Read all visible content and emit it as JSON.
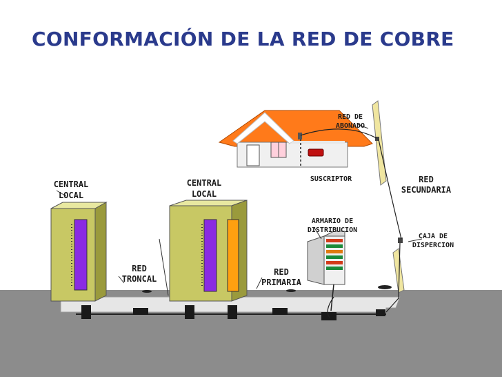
{
  "title": "CONFORMACIÓN DE LA RED DE COBRE",
  "labels": {
    "central_local_1": [
      "CENTRAL",
      "LOCAL"
    ],
    "central_local_2": [
      "CENTRAL",
      "LOCAL"
    ],
    "red_troncal": [
      "RED",
      "TRONCAL"
    ],
    "red_primaria": [
      "RED",
      "PRIMARIA"
    ],
    "armario": [
      "ARMARIO DE",
      "DISTRIBUCION"
    ],
    "suscriptor": "SUSCRIPTOR",
    "red_abonado": [
      "RED DE",
      "ABONADO"
    ],
    "red_secundaria": [
      "RED",
      "SECUNDARIA"
    ],
    "caja_dispersion": [
      "CAJA DE",
      "DISPERCION"
    ]
  },
  "colors": {
    "title": "#2a3a8c",
    "ground": "#8c8c8c",
    "building": "#c8c864",
    "roof": "#ff7a1a",
    "rack_purple": "#8a2be2",
    "rack_orange": "#ffa010",
    "cabinet": "#d0d0d0",
    "pole": "#f0e6a0"
  }
}
